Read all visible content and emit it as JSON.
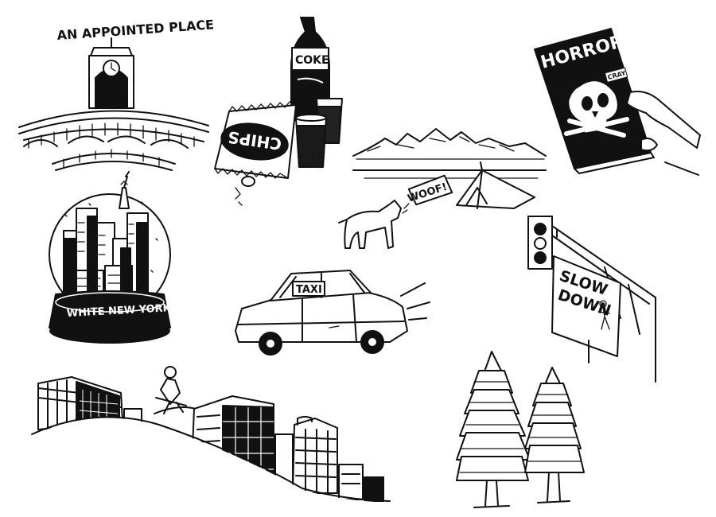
{
  "labels": {
    "appointed_place": "AN APPOINTED PLACE",
    "coke": "COKE",
    "chips": "CHIPS",
    "horror": "HORROR",
    "horror_tag": "CRAY",
    "woof": "WOOF!",
    "globe_base": "WHITE NEW YORK",
    "taxi": "TAXI",
    "slow": "SLOW",
    "down": "DOWN"
  }
}
